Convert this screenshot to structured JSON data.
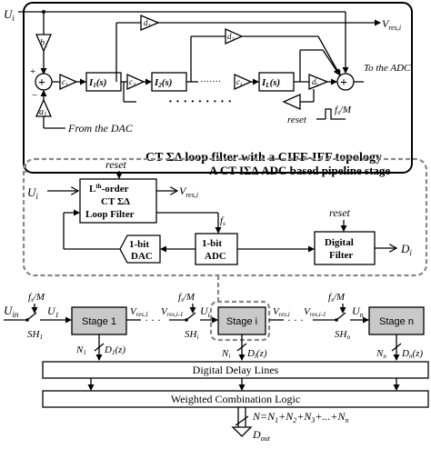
{
  "loop_filter": {
    "title": "CT ΣΔ loop filter with a CIFF-IFF topology",
    "input": "U",
    "input_sub": "i",
    "b": "b",
    "b_sub": "1",
    "a": "a",
    "a_sub": "1",
    "from_dac": "From the DAC",
    "c1": "c",
    "c1_sub": "1",
    "c2": "c",
    "c2_sub": "2",
    "cl": "c",
    "cl_sub": "L",
    "d1": "d",
    "d1_sub": "1",
    "d2": "d",
    "d2_sub": "2",
    "dl": "d",
    "dl_sub": "L",
    "int1": "I",
    "int1_sub": "1",
    "int1_suffix": "(s)",
    "int2": "I",
    "int2_sub": "2",
    "int2_suffix": "(s)",
    "intl": "I",
    "intl_sub": "L",
    "intl_suffix": "(s)",
    "dots": "· · · · · · ·",
    "vres": "V",
    "vres_sub": "res,i",
    "to_adc": "To the ADC",
    "reset": "reset",
    "fs_m": "f",
    "fs_m_sub": "s",
    "fs_m_suffix": "/M"
  },
  "stage_detail": {
    "title": "A CT IΣΔ ADC based pipeline stage",
    "reset_top": "reset",
    "input": "U",
    "input_sub": "i",
    "filter_line1": "L",
    "filter_line1_sup": "th",
    "filter_line1_rest": "-order",
    "filter_line2": "CT ΣΔ",
    "filter_line3": "Loop Filter",
    "vres": "V",
    "vres_sub": "res,i",
    "fs": "f",
    "fs_sub": "s",
    "adc_line1": "1-bit",
    "adc_line2": "ADC",
    "dac_line1": "1-bit",
    "dac_line2": "DAC",
    "reset_df": "reset",
    "df_line1": "Digital",
    "df_line2": "Filter",
    "output": "D",
    "output_sub": "i"
  },
  "pipeline": {
    "uin": "U",
    "uin_sub": "in",
    "u1": "U",
    "u1_sub": "1",
    "ui": "U",
    "ui_sub": "i",
    "un": "U",
    "un_sub": "n",
    "fs_m1": "f",
    "fs_m1_sub": "s",
    "fs_m1_suffix": "/M",
    "fs_mi": "f",
    "fs_mi_sub": "s",
    "fs_mi_suffix": "/M",
    "fs_mn": "f",
    "fs_mn_sub": "s",
    "fs_mn_suffix": "/M",
    "sh1": "SH",
    "sh1_sub": "1",
    "shi": "SH",
    "shi_sub": "i",
    "shn": "SH",
    "shn_sub": "n",
    "stage1": "Stage 1",
    "stagei": "Stage i",
    "stagen": "Stage n",
    "vres1": "V",
    "vres1_sub": "res,1",
    "vresim1": "V",
    "vresim1_sub": "res,i-1",
    "vresi": "V",
    "vresi_sub": "res,i",
    "vresnm1": "V",
    "vresnm1_sub": "res,i-1",
    "dots": "· · ·",
    "n1": "N",
    "n1_sub": "1",
    "d1z": "D",
    "d1z_sub": "1",
    "d1z_suffix": "(z)",
    "ni": "N",
    "ni_sub": "i",
    "diz": "D",
    "diz_sub": "i",
    "diz_suffix": "(z)",
    "nn": "N",
    "nn_sub": "n",
    "dnz": "D",
    "dnz_sub": "n",
    "dnz_suffix": "(z)",
    "delay_lines": "Digital Delay Lines",
    "combination": "Weighted Combination Logic",
    "n_eq": "N=N",
    "n_eq_sub1": "1",
    "n_eq_plus2": "+N",
    "n_eq_sub2": "2",
    "n_eq_plus3": "+N",
    "n_eq_sub3": "3",
    "n_eq_rest": "+...+N",
    "n_eq_subn": "n",
    "dout": "D",
    "dout_sub": "out"
  }
}
